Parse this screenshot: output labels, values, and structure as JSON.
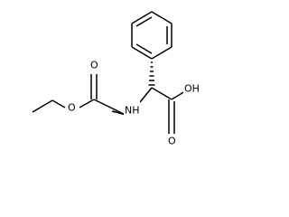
{
  "structure": {
    "labels": {
      "ester_oxygen": "O",
      "carbonyl_oxygen_carbamate": "O",
      "amide_nitrogen": "NH",
      "hydroxyl": "OH",
      "carbonyl_oxygen_acid": "O"
    },
    "stereo_bond": "hashed-wedge",
    "line_color": "#000000",
    "background": "#ffffff"
  }
}
